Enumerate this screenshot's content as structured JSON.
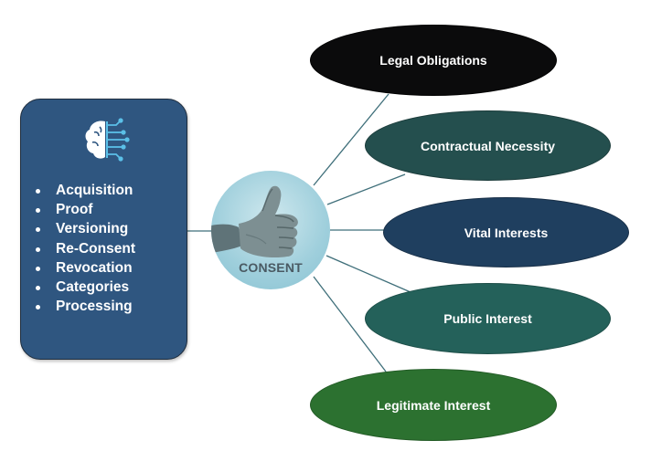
{
  "left_panel": {
    "icon": "ai-brain-circuit-icon",
    "items": [
      "Acquisition",
      "Proof",
      "Versioning",
      "Re-Consent",
      "Revocation",
      "Categories",
      "Processing"
    ]
  },
  "center": {
    "label": "CONSENT",
    "icon": "thumbs-up-icon"
  },
  "bases": [
    "Legal Obligations",
    "Contractual Necessity",
    "Vital Interests",
    "Public Interest",
    "Legitimate Interest"
  ],
  "colors": {
    "left_panel": "#2f5680",
    "connector": "#3f6f7a",
    "legal_obligations": "#0b0b0c",
    "contractual_necessity": "#244f4e",
    "vital_interests": "#1f3f5f",
    "public_interest": "#24615a",
    "legitimate_interest": "#2c7130"
  }
}
